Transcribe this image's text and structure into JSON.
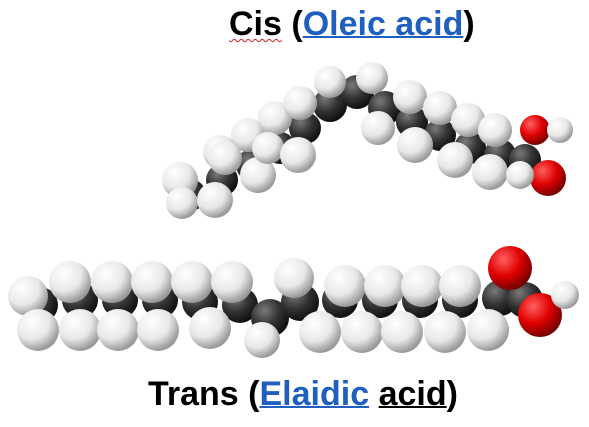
{
  "cis": {
    "prefix": "Cis",
    "open": " (",
    "name": "Oleic acid",
    "close": ")"
  },
  "trans": {
    "prefix": "Trans",
    "open": " (",
    "name": "Elaidic",
    "space": " ",
    "word": "acid",
    "close": ")"
  },
  "colors": {
    "carbon": "#2b2b2b",
    "hydrogen": "#e6e6e6",
    "oxygen": "#d40000",
    "link": "#1f5fbf"
  }
}
